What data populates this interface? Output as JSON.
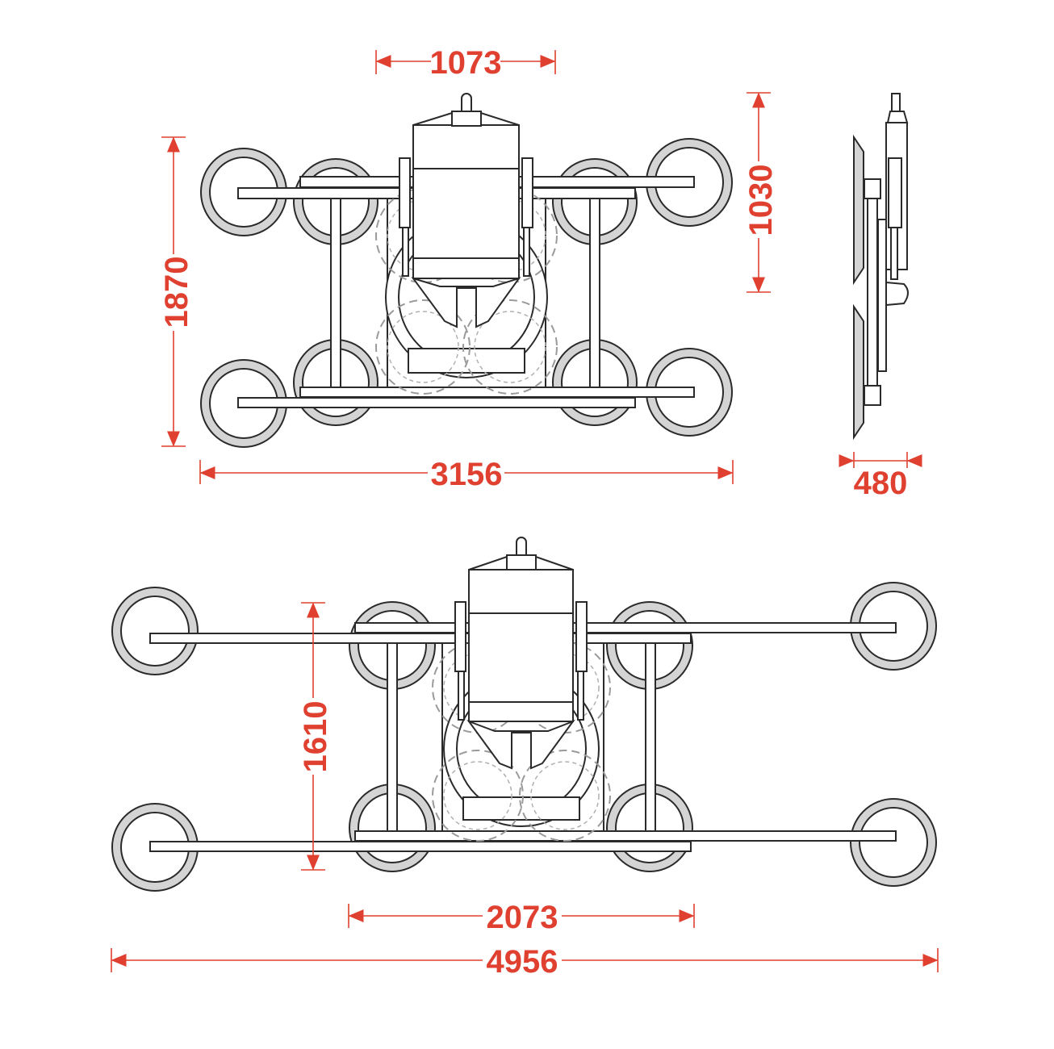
{
  "dimensions": {
    "top_width_upper": "1073",
    "top_height_total": "1870",
    "top_height_partial": "1030",
    "top_width_total": "3156",
    "side_depth": "480",
    "bottom_height": "1610",
    "bottom_width_inner": "2073",
    "bottom_width_total": "4956"
  },
  "colors": {
    "dimension": "#e0402f",
    "line": "#2a2a2a",
    "cup": "#d4d4d4"
  }
}
